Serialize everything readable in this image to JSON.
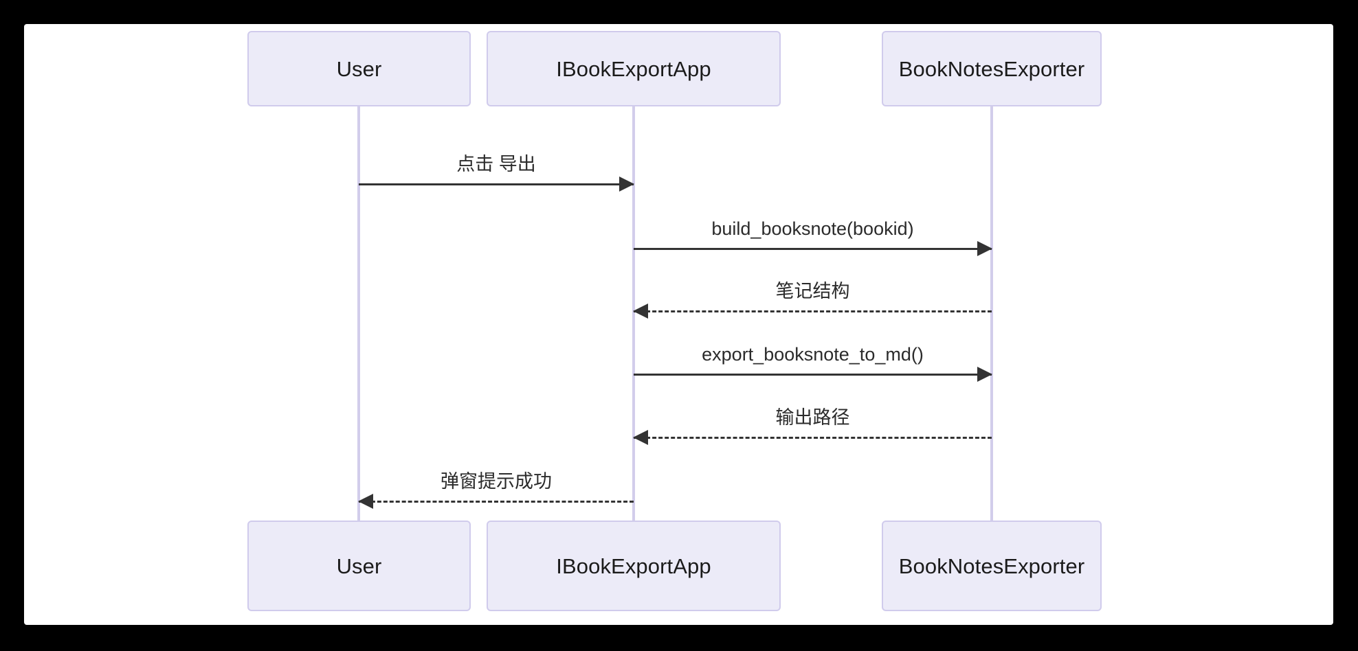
{
  "diagram": {
    "type": "sequence-diagram",
    "background_color": "#000000",
    "canvas_color": "#ffffff",
    "participant_fill": "#ecebf8",
    "participant_border": "#d0cbec",
    "lifeline_color": "#d2cdeb",
    "arrow_color": "#333333",
    "participants": [
      {
        "id": "user",
        "label": "User"
      },
      {
        "id": "ibookexportapp",
        "label": "IBookExportApp"
      },
      {
        "id": "booknotesexporter",
        "label": "BookNotesExporter"
      }
    ],
    "participants_bottom": [
      {
        "id": "user",
        "label": "User"
      },
      {
        "id": "ibookexportapp",
        "label": "IBookExportApp"
      },
      {
        "id": "booknotesexporter",
        "label": "BookNotesExporter"
      }
    ],
    "messages": [
      {
        "index": 1,
        "label": "点击 导出",
        "from": "user",
        "to": "ibookexportapp",
        "style": "solid",
        "direction": "right"
      },
      {
        "index": 2,
        "label": "build_booksnote(bookid)",
        "from": "ibookexportapp",
        "to": "booknotesexporter",
        "style": "solid",
        "direction": "right"
      },
      {
        "index": 3,
        "label": "笔记结构",
        "from": "booknotesexporter",
        "to": "ibookexportapp",
        "style": "dashed",
        "direction": "left"
      },
      {
        "index": 4,
        "label": "export_booksnote_to_md()",
        "from": "ibookexportapp",
        "to": "booknotesexporter",
        "style": "solid",
        "direction": "right"
      },
      {
        "index": 5,
        "label": "输出路径",
        "from": "booknotesexporter",
        "to": "ibookexportapp",
        "style": "dashed",
        "direction": "left"
      },
      {
        "index": 6,
        "label": "弹窗提示成功",
        "from": "ibookexportapp",
        "to": "user",
        "style": "dashed",
        "direction": "left"
      }
    ]
  }
}
